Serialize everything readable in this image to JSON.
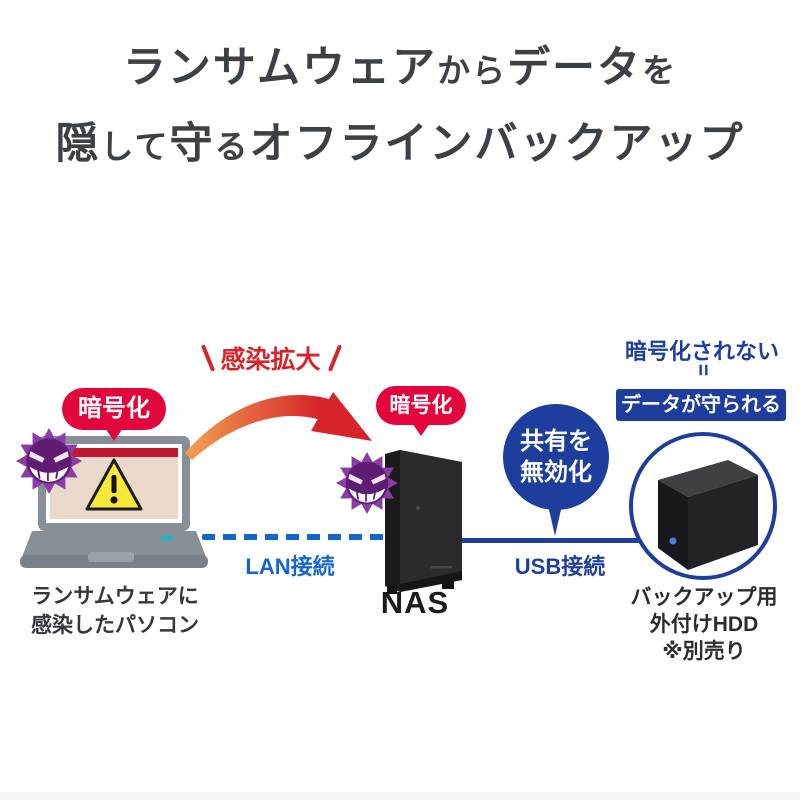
{
  "title": {
    "line1": [
      {
        "t": "ランサムウェア"
      },
      {
        "t": "から"
      },
      {
        "t": "データ"
      },
      {
        "t": "を"
      }
    ],
    "line2": [
      {
        "t": "隠"
      },
      {
        "t": "して"
      },
      {
        "t": "守"
      },
      {
        "t": "る"
      },
      {
        "t": "オフラインバックアップ"
      }
    ]
  },
  "diagram": {
    "infected_pc": {
      "bubble": "暗号化",
      "caption_line1": "ランサムウェアに",
      "caption_line2": "感染したパソコン"
    },
    "spread_arrow": {
      "label": "感染拡大"
    },
    "nas": {
      "bubble": "暗号化",
      "caption": "NAS"
    },
    "lan": {
      "label": "LAN接続"
    },
    "usb": {
      "label": "USB接続"
    },
    "share_bubble": {
      "line1": "共有を",
      "line2": "無効化"
    },
    "backup_hdd": {
      "note_top": "暗号化されない",
      "equals": "=",
      "note_badge": "データが守られる",
      "caption_line1": "バックアップ用",
      "caption_line2": "外付けHDD",
      "caption_line3": "※別売り"
    }
  },
  "icons": {
    "virus": "virus-monster-icon",
    "warning": "warning-triangle-icon",
    "laptop": "laptop-icon",
    "nas": "nas-tower-icon",
    "hdd": "external-hdd-icon"
  },
  "colors": {
    "title_gray": "#3c4146",
    "badge_red": "#e2063c",
    "arrow_orange": "#f2a152",
    "arrow_red": "#d6242a",
    "blue_dark": "#1d3e9c",
    "blue_lan": "#1566cc",
    "virus_purple": "#8a3da4",
    "warning_yellow": "#f7e93c"
  }
}
